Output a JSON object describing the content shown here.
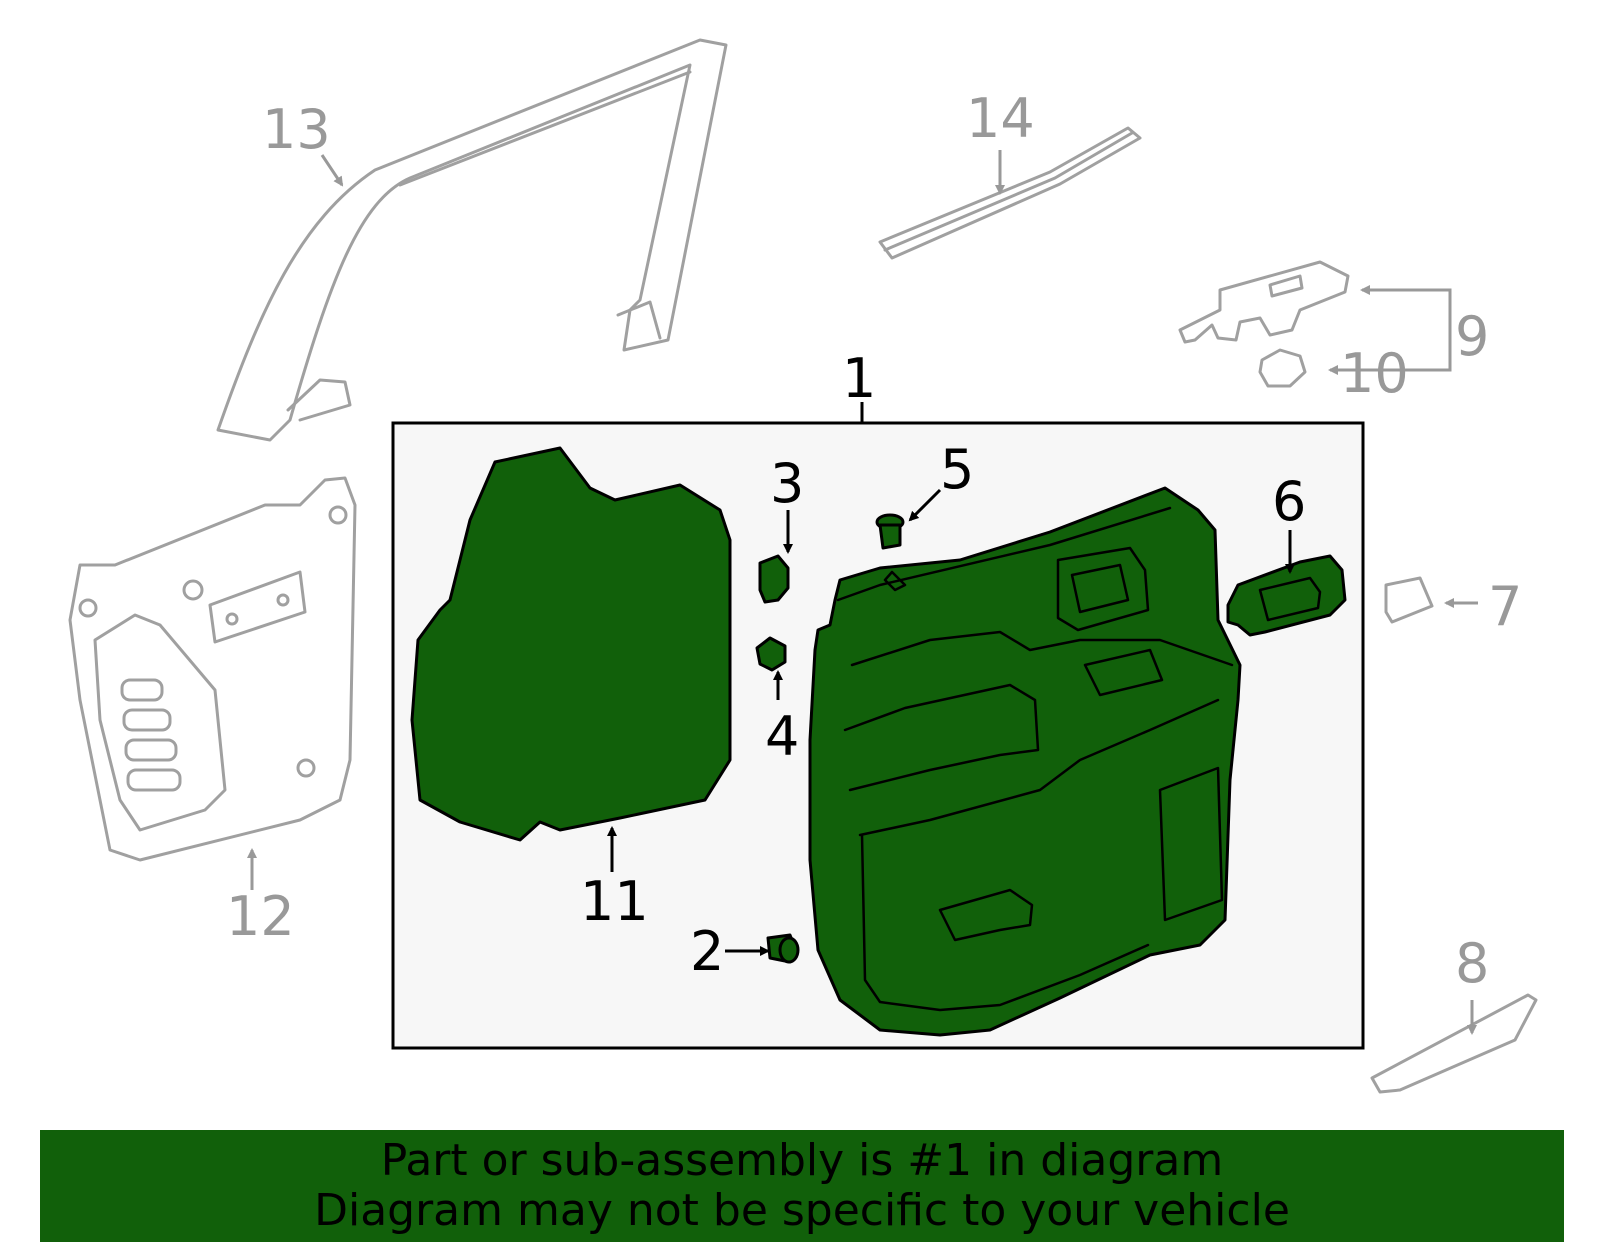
{
  "callouts": {
    "c1": "1",
    "c2": "2",
    "c3": "3",
    "c4": "4",
    "c5": "5",
    "c6": "6",
    "c7": "7",
    "c8": "8",
    "c9": "9",
    "c10": "10",
    "c11": "11",
    "c12": "12",
    "c13": "13",
    "c14": "14"
  },
  "banner": {
    "line1": "Part or sub-assembly is #1 in diagram",
    "line2": "Diagram may not be specific to your vehicle"
  },
  "colors": {
    "highlight": "#11600a",
    "ghost": "#a0a0a0",
    "frame_bg": "#f7f7f7"
  },
  "icons": {
    "arrow": "arrow-icon"
  }
}
